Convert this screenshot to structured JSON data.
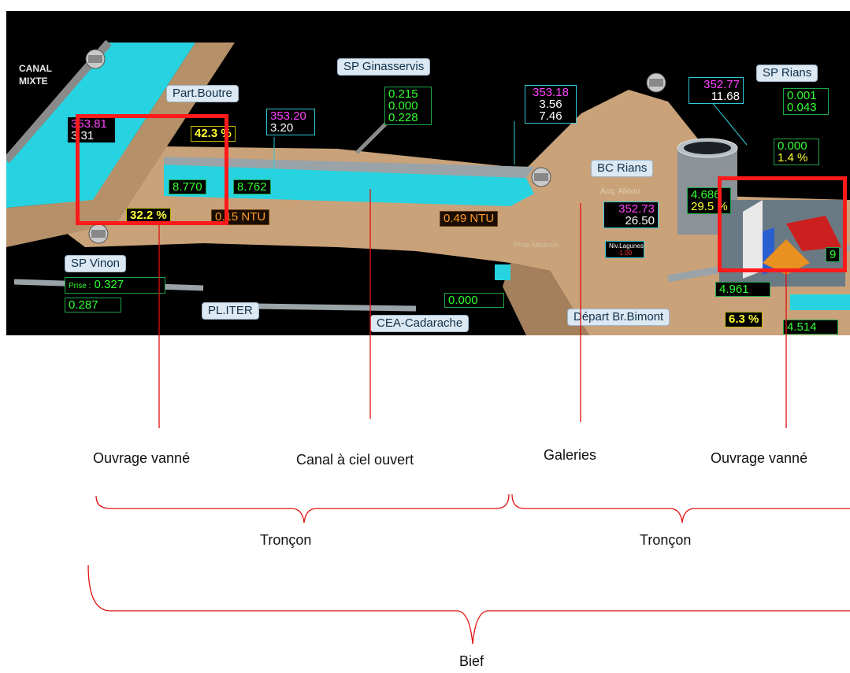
{
  "scada": {
    "canal_mixte": [
      "CANAL",
      "MIXTE"
    ],
    "labels": {
      "sp_ginasservis": "SP Ginasservis",
      "part_boutre": "Part.Boutre",
      "sp_rians": "SP Rians",
      "bc_rians": "BC Rians",
      "sp_vinon": "SP Vinon",
      "pl_iter": "PL.ITER",
      "cea_cadarache": "CEA-Cadarache",
      "depart_bimont": "Départ Br.Bimont"
    },
    "values": {
      "boutre_level_top": "353.81",
      "boutre_flow": "3.31",
      "boutre_pct": "42.3 %",
      "boutre_right_level": "353.20",
      "boutre_right_flow": "3.20",
      "gin_1": "0.215",
      "gin_2": "0.000",
      "gin_3": "0.228",
      "mid_level": "353.18",
      "mid_flow_1": "3.56",
      "mid_flow_2": "7.46",
      "rians_level": "352.77",
      "rians_flow": "11.68",
      "sp_rians_1": "0.001",
      "sp_rians_2": "0.043",
      "rians_small_1": "0.000",
      "rians_small_pct": "1.4 %",
      "canal_flow_1": "8.770",
      "canal_flow_2": "8.762",
      "pct_32": "32.2 %",
      "ntu_1": "0.15 NTU",
      "ntu_2": "0.49 NTU",
      "acq_label": "Acq. Alléou",
      "acq_level": "352.73",
      "acq_flow": "26.50",
      "niv_label": "Niv.Lagunes",
      "niv_value": "-1.00",
      "prise_medecin": "Prise Médecin",
      "gate_flow": "4.686",
      "gate_pct": "29.5 %",
      "right_9": "9",
      "right_4961": "4.961",
      "right_63": "6.3 %",
      "right_4514": "4.514",
      "prise_label": "Prise :",
      "prise_value": "0.327",
      "vinon_value": "0.287",
      "cea_value": "0.000"
    }
  },
  "annotations": {
    "ouvrage_vanne_1": "Ouvrage vanné",
    "canal_ciel_ouvert": "Canal à ciel ouvert",
    "galeries": "Galeries",
    "ouvrage_vanne_2": "Ouvrage vanné",
    "troncon_1": "Tronçon",
    "troncon_2": "Tronçon",
    "bief": "Bief"
  },
  "colors": {
    "annotation_red": "#e01010",
    "frame_red": "#ff1a1a",
    "water_cyan": "#27d3e0",
    "terrain_tan": "#c9a27a",
    "value_green": "#33ff33",
    "value_magenta": "#ff44ff",
    "value_yellow": "#ffff33",
    "ntu_orange": "#ff9a2a"
  }
}
